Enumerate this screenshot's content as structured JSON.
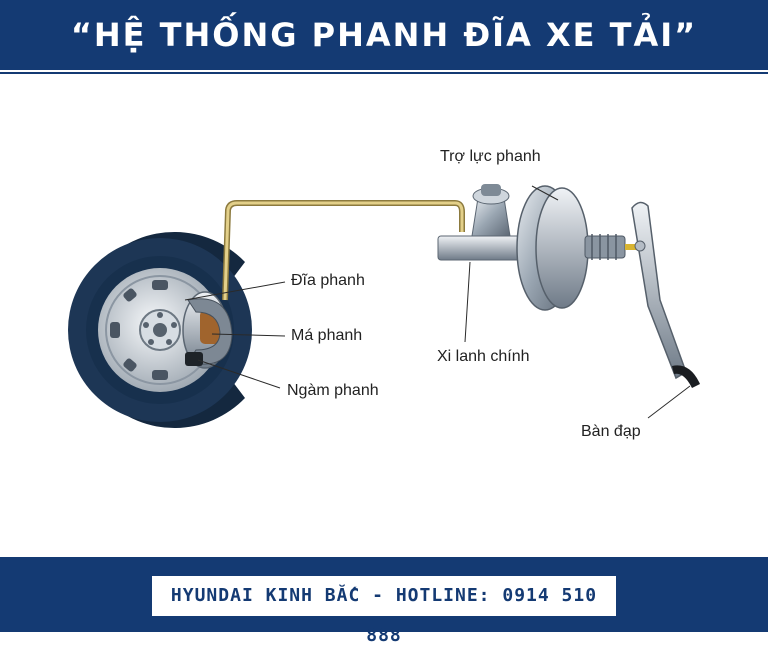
{
  "header": {
    "title": "“HỆ THỐNG PHANH ĐĨA XE TẢI”"
  },
  "labels": {
    "dia_phanh": "Đĩa phanh",
    "ma_phanh": "Má phanh",
    "ngam_phanh": "Ngàm phanh",
    "tro_luc_phanh": "Trợ lực phanh",
    "xi_lanh_chinh": "Xi lanh chính",
    "ban_dap": "Bàn đạp"
  },
  "footer": {
    "text": "HYUNDAI KINH BẮC - HOTLINE: 0914 510 888"
  },
  "colors": {
    "navy": "#143a73",
    "white": "#ffffff",
    "brake_line": "#c8b26a",
    "tire": "#14283f"
  }
}
